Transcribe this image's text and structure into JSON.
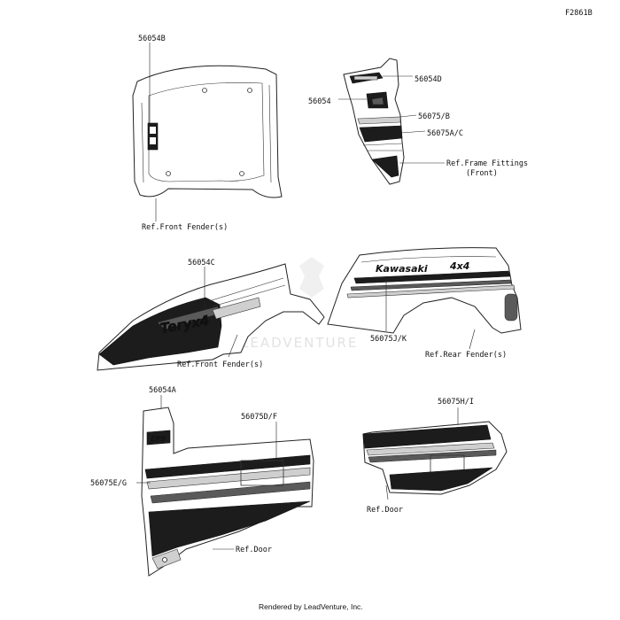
{
  "figure_id": "F2861B",
  "footer": "Rendered by LeadVenture, Inc.",
  "watermark": "LEADVENTURE",
  "decal_brands": {
    "kawasaki": "Kawasaki",
    "fourbyfour": "4x4",
    "teryx4": "Teryx4",
    "eps": "EPS"
  },
  "groups": {
    "hood": {
      "part": "56054B",
      "ref": "Ref.Front Fender(s)"
    },
    "side_panel": {
      "part_top": "56054D",
      "part_left": "56054",
      "part_stripe": "56075/B",
      "part_band": "56075A/C",
      "ref_line1": "Ref.Frame Fittings",
      "ref_line2": "(Front)"
    },
    "front_fender": {
      "part": "56054C",
      "ref": "Ref.Front Fender(s)"
    },
    "rear_fender": {
      "part": "56075J/K",
      "ref": "Ref.Rear Fender(s)"
    },
    "front_door": {
      "part_badge": "56054A",
      "part_main": "56075D/F",
      "part_lower": "56075E/G",
      "ref": "Ref.Door"
    },
    "rear_door": {
      "part": "56075H/I",
      "ref": "Ref.Door"
    }
  }
}
